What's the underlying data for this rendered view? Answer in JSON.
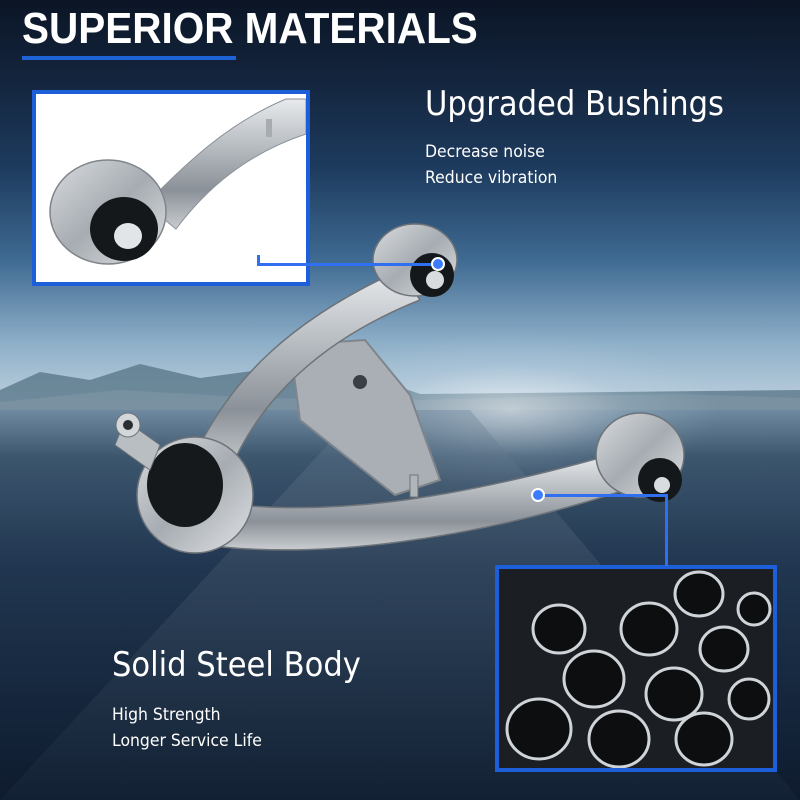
{
  "title": "SUPERIOR MATERIALS",
  "features": [
    {
      "heading": "Upgraded Bushings",
      "points": [
        "Decrease noise",
        "Reduce vibration"
      ]
    },
    {
      "heading": "Solid Steel Body",
      "points": [
        "High Strength",
        "Longer Service Life"
      ]
    }
  ],
  "colors": {
    "accent": "#1c5fd8",
    "callout": "#2f6ff0",
    "text": "#ffffff"
  }
}
